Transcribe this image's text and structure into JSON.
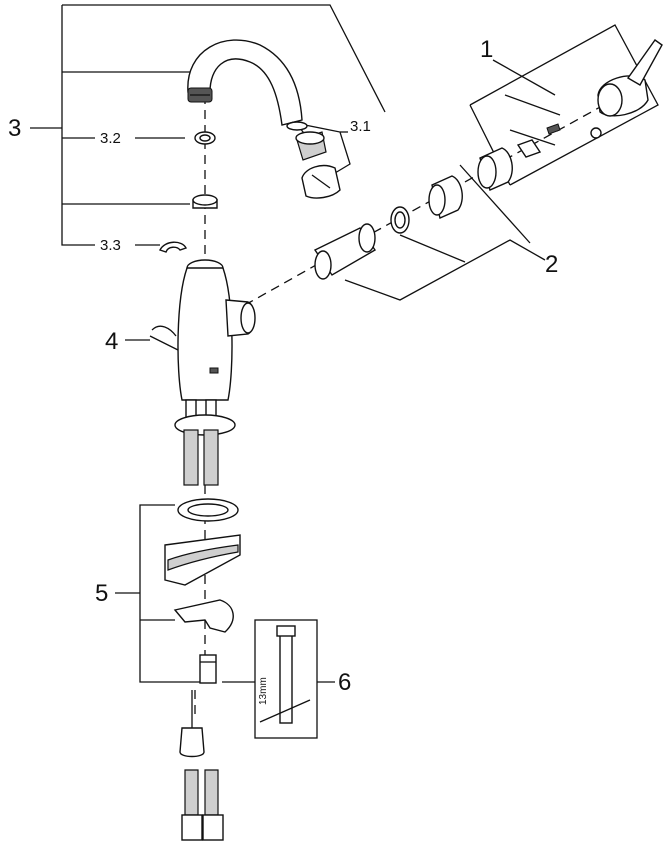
{
  "callouts": {
    "c1": "1",
    "c2": "2",
    "c3": "3",
    "c3_1": "3.1",
    "c3_2": "3.2",
    "c3_3": "3.3",
    "c4": "4",
    "c5": "5",
    "c6": "6"
  },
  "tool": {
    "size_label": "13mm"
  }
}
